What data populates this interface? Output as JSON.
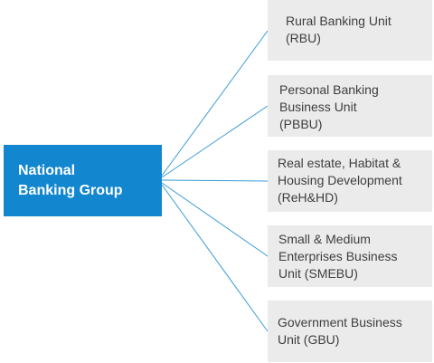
{
  "root": {
    "lines": [
      "National",
      "Banking Group"
    ]
  },
  "units": [
    {
      "lines": [
        "Rural Banking Unit",
        "(RBU)"
      ]
    },
    {
      "lines": [
        "Personal Banking",
        "Business Unit",
        "(PBBU)"
      ]
    },
    {
      "lines": [
        "Real estate, Habitat &",
        "Housing Development",
        "(ReH&HD)"
      ]
    },
    {
      "lines": [
        "Small & Medium",
        "Enterprises Business",
        "Unit (SMEBU)"
      ]
    },
    {
      "lines": [
        "Government Business",
        "Unit (GBU)"
      ]
    }
  ],
  "colors": {
    "root_fill": "#1287cf",
    "root_text": "#ffffff",
    "unit_fill": "#ebebeb",
    "unit_text": "#3e3e3e",
    "connector": "#3a9ad6"
  }
}
